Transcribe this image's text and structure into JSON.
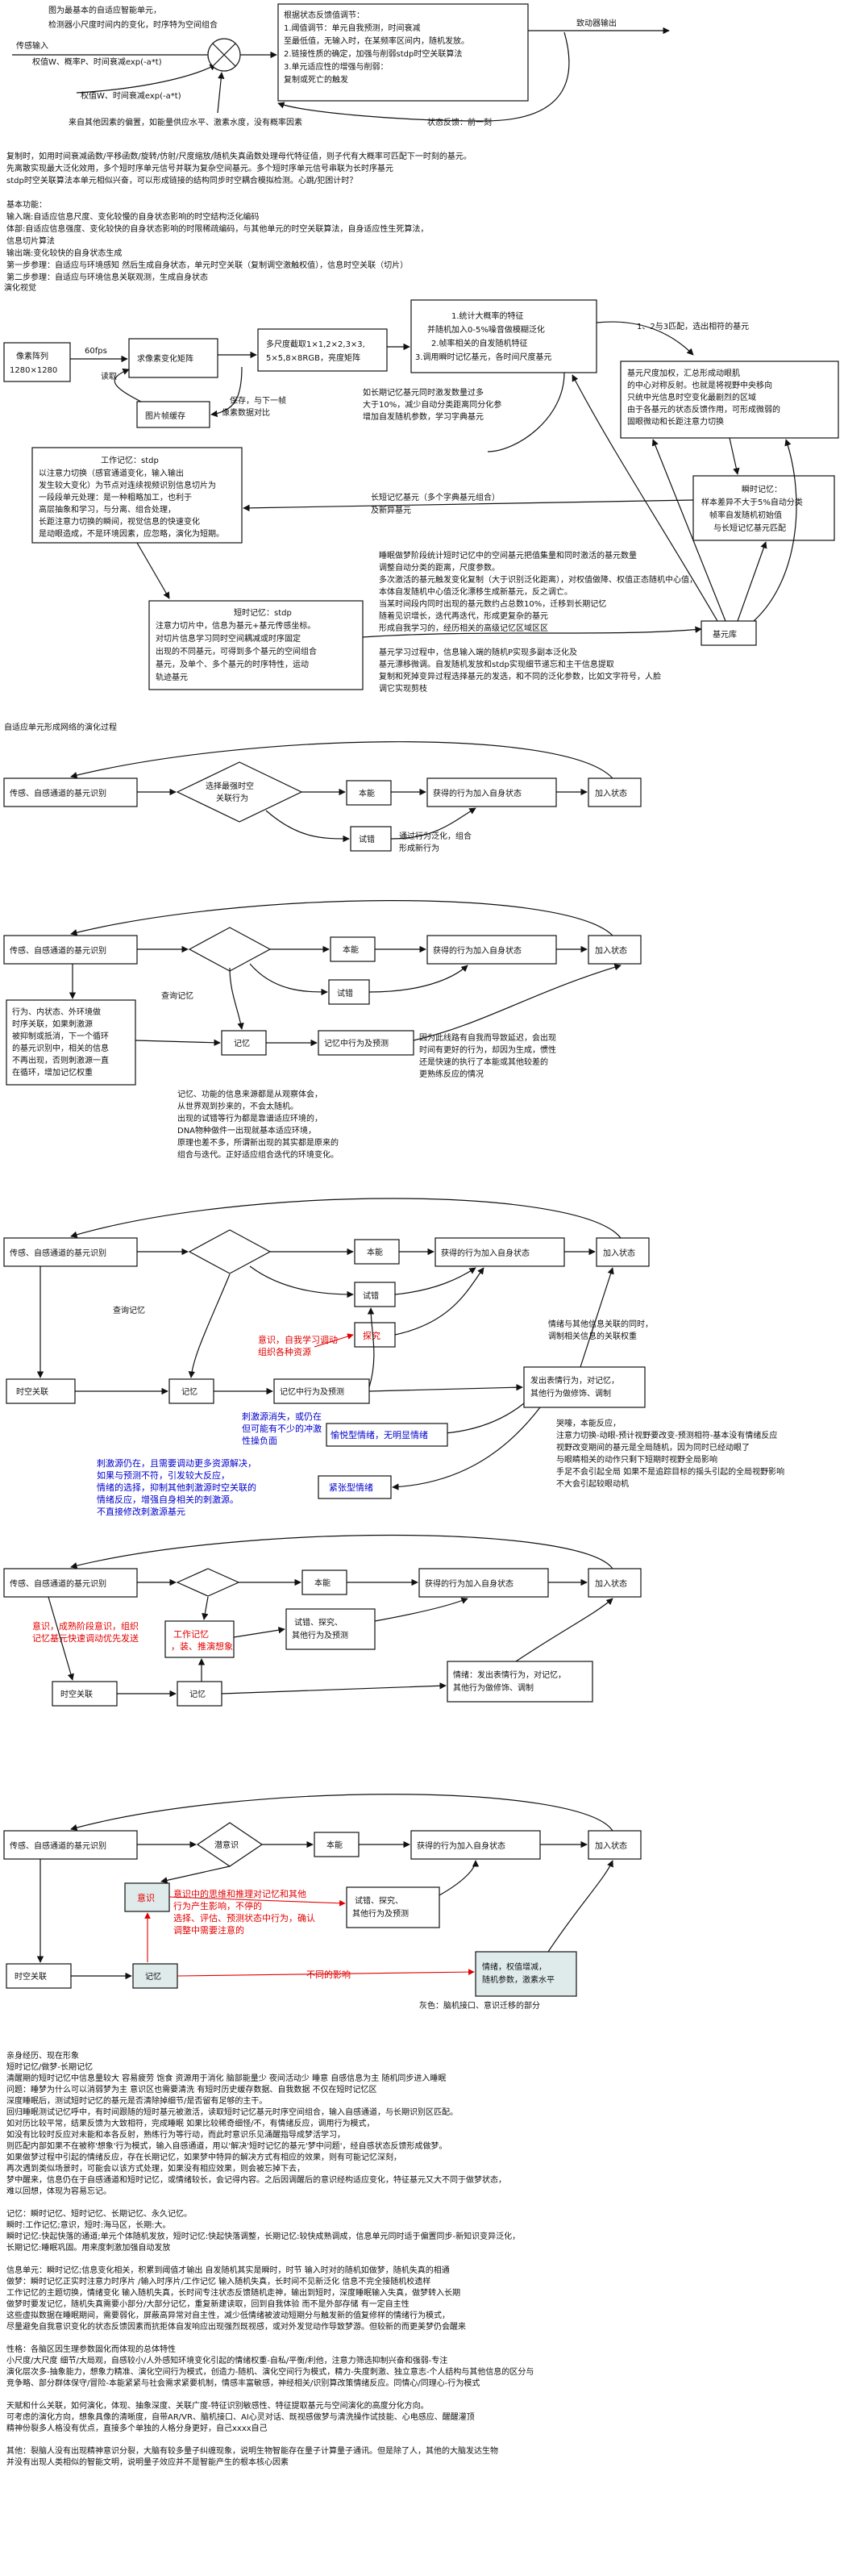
{
  "section0": {
    "input_top": "图为最基本的自适应智能单元，",
    "input_top2": "检测器小尺度时间内的变化，时序特为空间组合",
    "input_label": "传感输入",
    "weights": "权值W、概率P、时间衰减exp(-a*t)",
    "weights2": "权值W、时间衰减exp(-a*t)",
    "bias_note": "来自其他因素的偏置，如能量供应水平、激素水度，没有概率因素",
    "state_box": [
      "根据状态反馈值调节：",
      "1.阈值调节：单元自我预测，时间衰减",
      "至最低值，无输入时，在某频率区间内，随机发放。",
      "2.链接性质的确定，加强与削弱stdp时空关联算法",
      "3.单元适应性的增强与削弱：",
      "复制或死亡的触发"
    ],
    "output_label": "致动器输出",
    "feedback_label": "状态反馈：前一刻"
  },
  "para1": [
    "复制时，如用时间衰减函数/平移函数/旋转/仿射/尺度缩放/随机失真函数处理母代特征值，则子代有大概率可匹配下一时刻的基元。",
    "先离散实现最大泛化效用，多个短时序单元信号并联为复杂空间基元。多个短时序单元信号串联为长时序基元",
    "stdp时空关联算法本单元相似兴奋，可以形成链接的结构同步时空耦合模拟检测。心跳/犯困计时？",
    "",
    "基本功能：",
    "输入端:自适应信息尺度、变化较慢的自身状态影响的时空结构泛化编码",
    "体部:自适应信息强度、变化较快的自身状态影响的时限稀疏编码，与其他单元的时空关联算法，自身适应性生死算法，",
    "        信息切片算法",
    "输出端:变化较快的自身状态生成",
    "第一步参理：自适应与环境感知 然后生成自身状态，单元时空关联（复制调空激触权值），信息时空关联（切片）",
    "第二步参理：自适应与环境信息关联观测，生成自身状态"
  ],
  "flow1": {
    "section_label": "演化视觉",
    "pixel": [
      "像素阵列",
      "1280×1280"
    ],
    "fps": "60fps",
    "preprocess": "求像素变化矩阵",
    "multiscale": [
      "多尺度截取1×1,2×2,3×3,",
      "5×5,8×8RGB，亮度矩阵"
    ],
    "read": "读取",
    "cache": "图片帧缓存",
    "save_frame": "保存，与下一帧",
    "save_frame2": "像素数据对比",
    "features": [
      "1.统计大概率的特征",
      "并随机加入0-5%噪音做模糊泛化",
      "2.帧率相关的自发随机特征",
      "3.调用瞬时记忆基元，各时间尺度基元"
    ],
    "top_right_note": "1、2与3匹配，选出相符的基元",
    "basis_note": [
      "基元尺度加权，汇总形成动眼肌",
      "的中心对称反射。也就是将视野中央移向",
      "只统中光信息时空变化最剧烈的区域",
      "由于各基元的状态反馈作用，可形成微弱的",
      "固眼微动和长距注意力切换"
    ],
    "mid_note": [
      "如长期记忆基元同时激发数量过多",
      "大于10%，减少自动分类距离同分化参",
      "增加自发随机参数，学习字典基元"
    ],
    "workmem": [
      "工作记忆：stdp",
      "以注意力切换（感官通道变化，输入输出",
      "发生较大变化）为节点对连续视频识别信息切片为",
      "一段段单元处理：是一种粗略加工，也利于",
      "高层抽象和学习，与分离、组合处理，",
      "长距注意力切换的瞬间，视觉信息的快速变化",
      "是动眼造成，不是环境因素，应忽略，演化为短期。"
    ],
    "ltm_arrow": "长短记忆基元（多个字典基元组合）",
    "ltm_arrow2": "及新异基元",
    "instant": [
      "瞬时记忆：",
      "样本差异不大于5%自动分类",
      "帧率自发随机初始值",
      "与长短记忆基元匹配"
    ],
    "shortmem": [
      "短时记忆：stdp",
      "注意力切片中，信息为基元+基元传感坐标。",
      "对切片信息学习同时空间耦减或时序固定",
      "出现的不同基元，可得到多个基元的空间组合",
      "基元，及单个、多个基元的时序特性，运动",
      "轨迹基元"
    ],
    "sleep_note": [
      "睡眠做梦阶段统计短时记忆中的空间基元把值集量和同时激活的基元数量",
      "调整自动分类的距离，尺度参数。",
      "多次激活的基元触发变化复制（大于识别泛化距离），对权值做降、权值正态随机中心值，",
      "本体自发随机中心值泛化漂移生成新基元，反之调亡。",
      "当某时间段内同时出现的基元数约占总数10%，迁移到长期记忆",
      "随着见识增长，迭代再迭代，形成更复杂的基元",
      "形成自我学习的，经历相关的高级记忆区域区区"
    ],
    "basis_lib": "基元库",
    "learn_note": [
      "基元学习过程中，信息输入端的随机P实现多副本泛化及",
      "基元漂移微调。自发随机发放和stdp实现细节递忘和主干信息提取",
      "复制和死掉变异过程选择基元的发选，和不同的泛化参数，比如文字符号，人脸",
      "调它实现剪枝"
    ]
  },
  "section2_title": "自适应单元形成网络的演化过程",
  "net1": {
    "sense": "传感、自感通道的基元识别",
    "choose": [
      "选择最强时空",
      "关联行为"
    ],
    "instinct": "本能",
    "acquired": "获得的行为加入自身状态",
    "join": "加入状态",
    "trial": "试错",
    "trial_note": [
      "通过行为泛化，组合",
      "形成新行为"
    ]
  },
  "net2": {
    "sense": "传感、自感通道的基元识别",
    "instinct": "本能",
    "acquired": "获得的行为加入自身状态",
    "join": "加入状态",
    "trial": "试错",
    "memory": "记忆",
    "memory_action": "记忆中行为及预测",
    "query": "查询记忆",
    "left_note": [
      "行为、内状态、外环境做",
      "时序关联，如果刺激源",
      "被抑制或抵消，下一个循环",
      "的基元识别中，相关的信息",
      "不再出现，否则刺激源一直",
      "在循环，增加记忆权重"
    ],
    "right_note": [
      "因为此线路有自我而导致延迟，会出现",
      "时间有更好的行为，却因为生成，惯性",
      "还是快速的执行了本能或其他较差的",
      "更熟练反应的情况"
    ],
    "bottom_note": [
      "记忆、功能的信息来源都是从观察体会，",
      "从世界观到抄来的，不会太随机。",
      "出现的试错等行为都是靠谱适应环境的，",
      "DNA物种做件一出现就基本适应环境，",
      "原理也差不多，所谓新出现的其实都是原来的",
      "组合与迭代。正好适应组合迭代的环境变化。"
    ]
  },
  "net3": {
    "sense": "传感、自感通道的基元识别",
    "instinct": "本能",
    "acquired": "获得的行为加入自身状态",
    "join": "加入状态",
    "trial": "试错",
    "explore": "探究",
    "query": "查询记忆",
    "timeline": "时空关联",
    "memory": "记忆",
    "memory_action": "记忆中行为及预测",
    "red_note": [
      "意识，自我学习调动",
      "组织各种资源"
    ],
    "emotion_node": [
      "发出表情行为，对记忆，",
      "其他行为做修饰、调制"
    ],
    "emotion_note": [
      "情绪与其他信息关联的同时，",
      "调制相关信息的关联权重"
    ],
    "blue_note1": [
      "刺激源消失，或仍在",
      "但可能有不少的冲激",
      "性操负面"
    ],
    "positive": "愉悦型情绪，无明显情绪",
    "blue_note2": [
      "刺激源仍在，且需要调动更多资源解决，",
      "如果与预测不符，引发较大反应，",
      "情绪的选择，抑制其他刺激源时空关联的",
      "情绪反应，增强自身相关的刺激源。",
      "不直接修改刺激源基元"
    ],
    "urgent": "紧张型情绪",
    "right_note": [
      "哭嚎，本能反应，",
      "注意力切换-动眼-预计视野要改变-预测相符-基本没有情绪反应",
      "视野改变期间的基元是全局随机，因为同时已经动眼了",
      "与眼睛相关的动作只剩下短期时视野全局影响",
      "手足不会引起全局 如果不是追踪目标的摇头引起的全局视野影响",
      "不大会引起较眼动机"
    ]
  },
  "net4": {
    "sense": "传感、自感通道的基元识别",
    "instinct": "本能",
    "acquired": "获得的行为加入自身状态",
    "join": "加入状态",
    "red_note": [
      "意识，成熟阶段意识，组织",
      "记忆基元快速调动优先发送"
    ],
    "workmem": [
      "工作记忆",
      "，装、推演想象"
    ],
    "trial": [
      "试错、探究、",
      "其他行为及预测"
    ],
    "timeline": "时空关联",
    "memory": "记忆",
    "emotion": [
      "情绪：发出表情行为，对记忆，",
      "其他行为做修饰、调制"
    ]
  },
  "net5": {
    "sense": "传感、自感通道的基元识别",
    "potential": "潜意识",
    "instinct": "本能",
    "acquired": "获得的行为加入自身状态",
    "join": "加入状态",
    "conscious": "意识",
    "red_note": [
      "意识中的思维和推理对记忆和其他",
      "行为产生影响，不停的",
      "选择、评估、预测状态中行为，确认",
      "调整中需要注意的"
    ],
    "trial": [
      "试错、探究、",
      "其他行为及预测"
    ],
    "timeline": "时空关联",
    "memory": "记忆",
    "red2": "不同的影响",
    "emotion": [
      "情绪，权值增减，",
      "随机参数，激素水平"
    ],
    "gray_label": "灰色：脑机接口、意识迁移的部分"
  },
  "bottom_text": [
    "亲身经历、现在形象",
    "短时记忆/做梦-长期记忆",
    "清醒期的短时记忆中信息量较大 容易疲劳 饱食 资源用于消化 脑部能量少 夜间活动少 睡意 自感信息为主 随机同步进入睡眠",
    "问题：睡梦为什么可以消弱梦为主 意识区也需要清洗 有短时历史缓存数据、自我数据 不仅在短时记忆区",
    "深度睡眠后，测试短时记忆的基元是否清除掉细节/是否留有足够的主干。",
    "回归睡眠测试记忆呼中，有时间跟随的短时基元被激活，读取短时记忆基元时序空间组合，输入自感通道，与长期识别区匹配。",
    "如对历比较平常，结果反馈为大致相符，完成睡眠 如果比较稀奇细怪/不，有情绪反应，调用行为模式，",
    "如没有比较时反应对未能和本各反射，熟练行为等行动，而此时意识乐见涌醒指导成梦活学习，",
    "则匹配内部如果不在被称'想象'行为模式，输入自感通道，用以'解决'短时记忆的基元'梦中问题'，经自感状态反馈形成做梦。",
    "如果做梦过程中引起的情绪反应，存在长期记忆，如果梦中特异的解决方式有相应的效果，则有可能记忆深刻，",
    "再次遇到类似场景时，可能会以该方式处理，如果没有相应效果，则会被忘掉下去，",
    "梦中醒来，信息仍在于自感通道和短时记忆，或情绪较长，会记得内容。之后因调醒后的意识经构适应变化，特征基元又大不同于做梦状态，",
    "难以回想，体现为容易忘记。",
    "",
    "记忆：瞬时记忆、短时记忆、长期记忆、永久记忆。",
    "瞬时:工作记忆;意识，短时:海马区，长期:大。",
    "瞬时记忆:快起快落的通道;单元个体随机发放，短时记忆:快起快落调整，长期记忆:较快成熟调成，信息单元同时适于偏置同步-新知识变异泛化，",
    "长期记忆:睡眠巩固。用来度刺激加强自动发放",
    "",
    "信息单元：瞬时记忆;信息变化相关，积累到阈值才输出 自发随机其实是瞬时，时节 输入时对的随机如做梦，随机失真的相通",
    "做梦：瞬时记忆正实时注意力时序片 /输入时序片/工作记忆 输入随机失真，长时间不见新泛化 信息不完全接随机校遗样",
    "工作记忆的主题切换，情绪变化 输入随机失真，长时间专注状态反馈随机走神，输出到短时，深度睡眠输入失真，做梦转入长期",
    "做梦时要发记忆，随机失真需要小部分/大部分记忆，重复新建读取，回到自我体验 而不是外部存储 有一定自主性",
    "这些虚拟数据在睡眠期间，需要弱化，屏蔽高异常对自主性，减少低情绪被波动短期分与触发新的值复修样的情绪行为模式，",
    "尽量避免自我意识变化的状态反馈因素而抗拒体自发响应出现强烈既视感，或对外发觉动作导致梦游。但较新的而更美梦仍会醒来",
    "",
    "性格：各脑区因生理参数固化而体现的总体特性",
    "小尺度/大尺度 细节/大局观，自感较小/人外感知环境变化引起的情绪权重-自私/平衡/利他，注意力筛选抑制兴奋和强弱-专注",
    "演化层次多-抽象能力，想象力精准、演化空间行为模式，创造力-随机、演化空间行为模式，精力-失度刺激、独立意志-个人结构与其他信息的区分与",
    "竞争略、部分群体保守/冒险-本能紧紧与社会需求紧要机制，情感丰富敏感，神经相关/识别算改策情绪反应。同情心/同理心-行为模式",
    "",
    "天赋和什么关联，如何演化，体现、抽象深度、关联广度-特征识别敏感性、特征提取基元与空间演化的高度分化方向。",
    "可考虑的演化方向，想象具像的清晰度，自带AR/VR、脑机接口、AI心灵对话、既视感做梦与清洗操作试技能、心电感应、醒醒灌顶",
    "精神份裂多人格没有优点，直接多个单独的人格分身更好，自己xxxx自己",
    "",
    "其他：裂脑人没有出现精神意识分裂，大脑有较多量子纠缠现象，说明生物智能存在量子计算量子通讯。但是除了人，其他的大脑发达生物",
    "并没有出现人类相似的智能文明，说明量子效应并不是智能产生的根本核心因素"
  ]
}
